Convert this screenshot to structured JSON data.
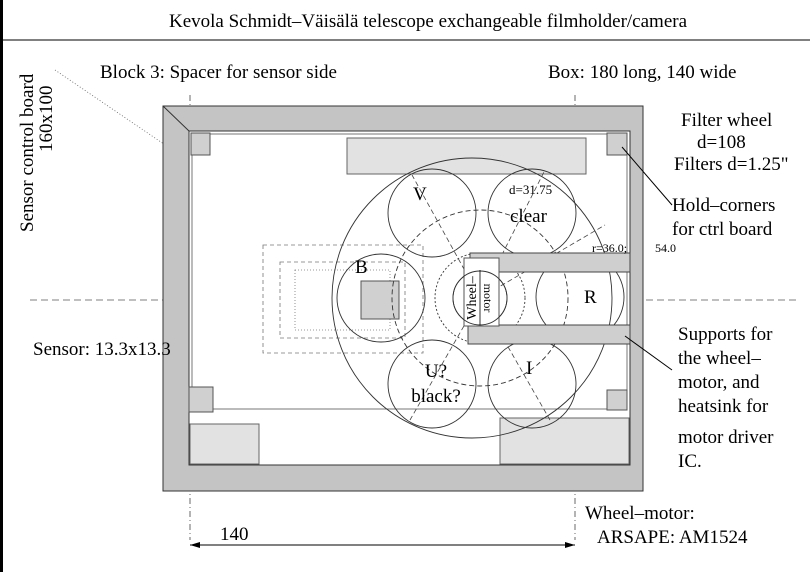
{
  "title": "Kevola Schmidt–Väisälä telescope exchangeable filmholder/camera",
  "labels": {
    "block3": "Block 3: Spacer for sensor side",
    "box": "Box: 180 long, 140 wide",
    "sensor_board_line1": "Sensor control board",
    "sensor_board_line2": "160x100",
    "filter_wheel": "Filter wheel",
    "filter_wheel_d": "d=108",
    "filters_d": "Filters d=1.25\"",
    "hold_corners_1": "Hold–corners",
    "hold_corners_2": "for ctrl board",
    "radius": "r=36.0;",
    "radius2": "54.0",
    "filter_d": "d=31.75",
    "sensor": "Sensor: 13.3x13.3",
    "supports_1": "Supports for",
    "supports_2": "the wheel–",
    "supports_3": "motor, and",
    "supports_4": "heatsink for",
    "supports_5": "motor driver",
    "supports_6": "IC.",
    "motor_title": "Wheel–motor:",
    "motor_model": "ARSAPE: AM1524",
    "dimension": "140",
    "wheel_motor_1": "Wheel–",
    "wheel_motor_2": "motor"
  },
  "filters": {
    "v": "V",
    "clear": "clear",
    "b": "B",
    "r": "R",
    "u1": "U?",
    "u2": "black?",
    "i": "I"
  }
}
